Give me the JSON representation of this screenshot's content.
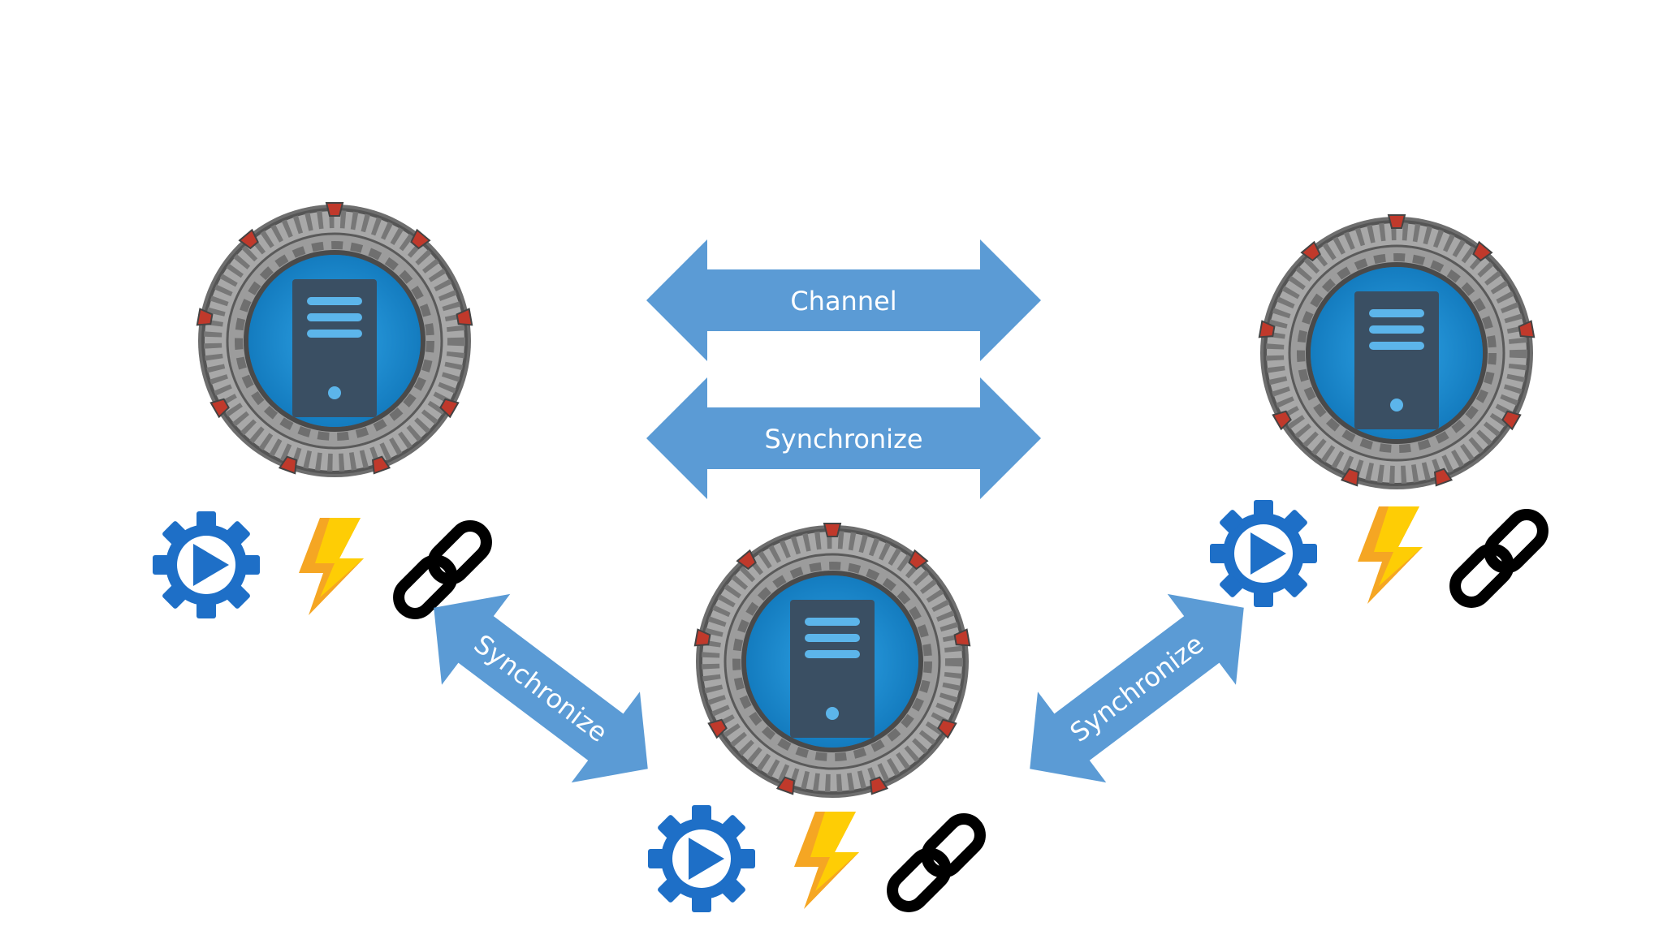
{
  "arrows": {
    "channel": "Channel",
    "synchronize_top": "Synchronize",
    "synchronize_left": "Synchronize",
    "synchronize_right": "Synchronize"
  },
  "nodes": [
    {
      "name": "gate-left",
      "icons": [
        "automation-gear-play-icon",
        "lightning-bolt-icon",
        "chain-link-icon"
      ]
    },
    {
      "name": "gate-center",
      "icons": [
        "automation-gear-play-icon",
        "lightning-bolt-icon",
        "chain-link-icon"
      ]
    },
    {
      "name": "gate-right",
      "icons": [
        "automation-gear-play-icon",
        "lightning-bolt-icon",
        "chain-link-icon"
      ]
    }
  ],
  "colors": {
    "arrow_blue": "#5b9bd5",
    "gate_ring": "#8a8a8a",
    "gate_inner": "#1e8fd6",
    "server_body": "#3a4f63",
    "server_lines": "#5cb5ea",
    "chevron_red": "#c0392b",
    "gear_blue": "#1e6fc7",
    "bolt_orange": "#f5a623",
    "bolt_yellow": "#ffd400",
    "link_black": "#000000"
  }
}
